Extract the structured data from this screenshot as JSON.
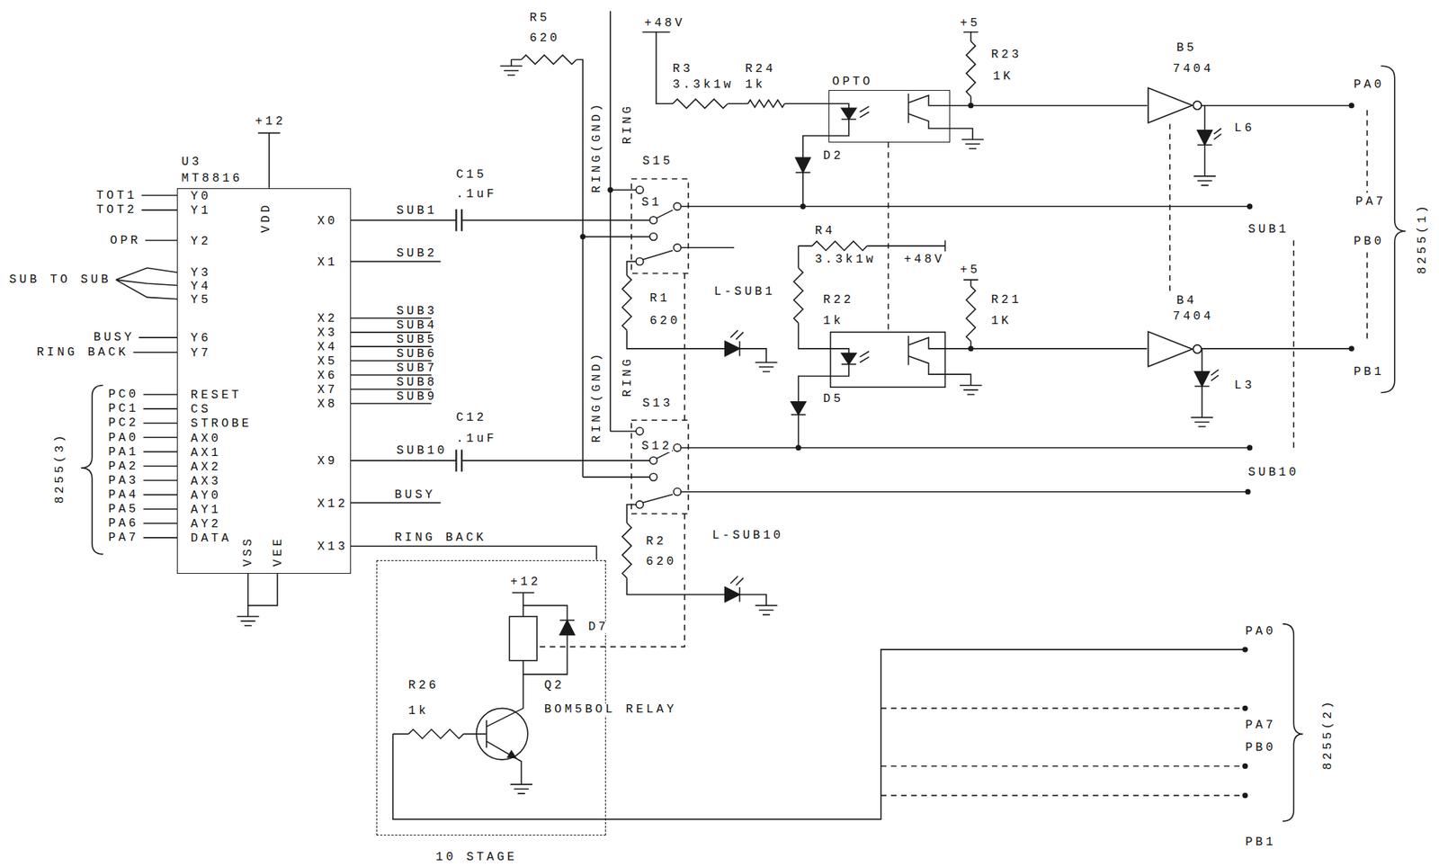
{
  "diagram": {
    "nodes": [
      {
        "text": [
          "U3",
          "MT8816",
          "VDD",
          "Y0",
          "Y1",
          "Y2",
          "Y3",
          "Y4",
          "Y5",
          "Y6",
          "Y7",
          "RESET",
          "CS",
          "STROBE",
          "AX0",
          "AX1",
          "AX2",
          "AX3",
          "AY0",
          "AY1",
          "AY2",
          "DATA",
          "VSS",
          "VEE",
          "X0",
          "X1",
          "X2",
          "X3",
          "X4",
          "X5",
          "X6",
          "X7",
          "X8",
          "X9",
          "X12",
          "X13"
        ]
      },
      {
        "text": [
          "OPTO"
        ]
      },
      {
        "text": [
          "B5",
          "7404"
        ]
      },
      {
        "text": [
          "B4",
          "7404"
        ]
      },
      {
        "text": [
          "10 STAGE"
        ]
      }
    ],
    "edges": [
      {
        "from": 1,
        "to": 2,
        "arrow": "none"
      },
      {
        "from": 0,
        "to": 4,
        "arrow": "none"
      }
    ],
    "labels": [
      "R5",
      "620",
      "+48V",
      "RING(GND)",
      "RING",
      "R3",
      "R24",
      "3.3k1w",
      "1k",
      "+5",
      "R23",
      "1K",
      "PA0",
      "L6",
      "D2",
      "S15",
      "C15",
      ".1uF",
      "S1",
      "PA7",
      "SUB1",
      "SUB1",
      "R4",
      "PB0",
      "SUB2",
      "3.3k1w",
      "+48V",
      "+5",
      "L-SUB1",
      "R1",
      "R22",
      "R21",
      "620",
      "1k",
      "1K",
      "SUB3",
      "SUB4",
      "SUB5",
      "SUB6",
      "SUB7",
      "SUB8",
      "SUB9",
      "PB1",
      "RING(GND)",
      "RING",
      "L3",
      "D5",
      "S13",
      "C12",
      ".1uF",
      "S12",
      "SUB10",
      "SUB10",
      "BUSY",
      "RING BACK",
      "L-SUB10",
      "R2",
      "620",
      "+12",
      "D7",
      "PA0",
      "R26",
      "Q2",
      "1k",
      "BOM5BOL RELAY",
      "PA7",
      "PB0",
      "PB1",
      "8255(2)",
      "8255(1)",
      "+12",
      "TOT1",
      "TOT2",
      "OPR",
      "SUB TO SUB",
      "BUSY",
      "RING BACK",
      "PC0",
      "PC1",
      "PC2",
      "PA0",
      "PA1",
      "PA2",
      "PA3",
      "PA4",
      "PA5",
      "PA6",
      "PA7",
      "8255(3)"
    ]
  }
}
